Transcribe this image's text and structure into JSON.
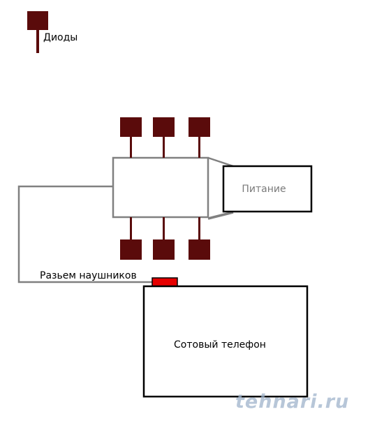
{
  "labels": {
    "legend": "Диоды",
    "power": "Питание",
    "jack": "Разьем наушников",
    "phone": "Сотовый телефон",
    "watermark": "tehnari.ru"
  },
  "colors": {
    "diode": "#5a0b0b",
    "wire": "#808080",
    "box_border": "#000000",
    "jack_plug": "#e60000",
    "power_text": "#7a7a7a",
    "watermark": "#9fb4cc"
  },
  "icons": {
    "diode": "diode-icon",
    "jack": "headphone-jack-plug"
  }
}
